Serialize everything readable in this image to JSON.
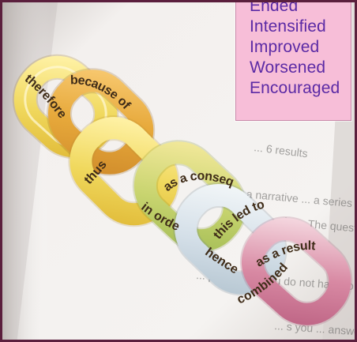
{
  "photo": {
    "chain_links": [
      "therefore",
      "because of this",
      "thus",
      "in order to",
      "as a consequence",
      "this led to",
      "hence",
      "combined with",
      "as a result"
    ],
    "background_text": [
      "... 6 results",
      "... a narrative ... a series of events and",
      "... how, ... in ... The question and",
      "... ll...",
      "... pages, but you do not have to us",
      "... s you ... answer to explain or"
    ],
    "colors": {
      "frame": "#5b1f3d",
      "paper": "#f2efec",
      "paper_shadow": "#d6d2cf",
      "link_yellow": "#f0d85d",
      "link_orange": "#e7a93b",
      "link_green": "#c8d46f",
      "link_blue": "#d4dfe8",
      "link_pink": "#d889a3",
      "link_outline": "#b77a29"
    }
  },
  "callout": {
    "items": [
      "Ended",
      "Intensified",
      "Improved",
      "Worsened",
      "Encouraged"
    ],
    "colors": {
      "background": "#f7bed8",
      "text": "#5b2aa5"
    }
  }
}
